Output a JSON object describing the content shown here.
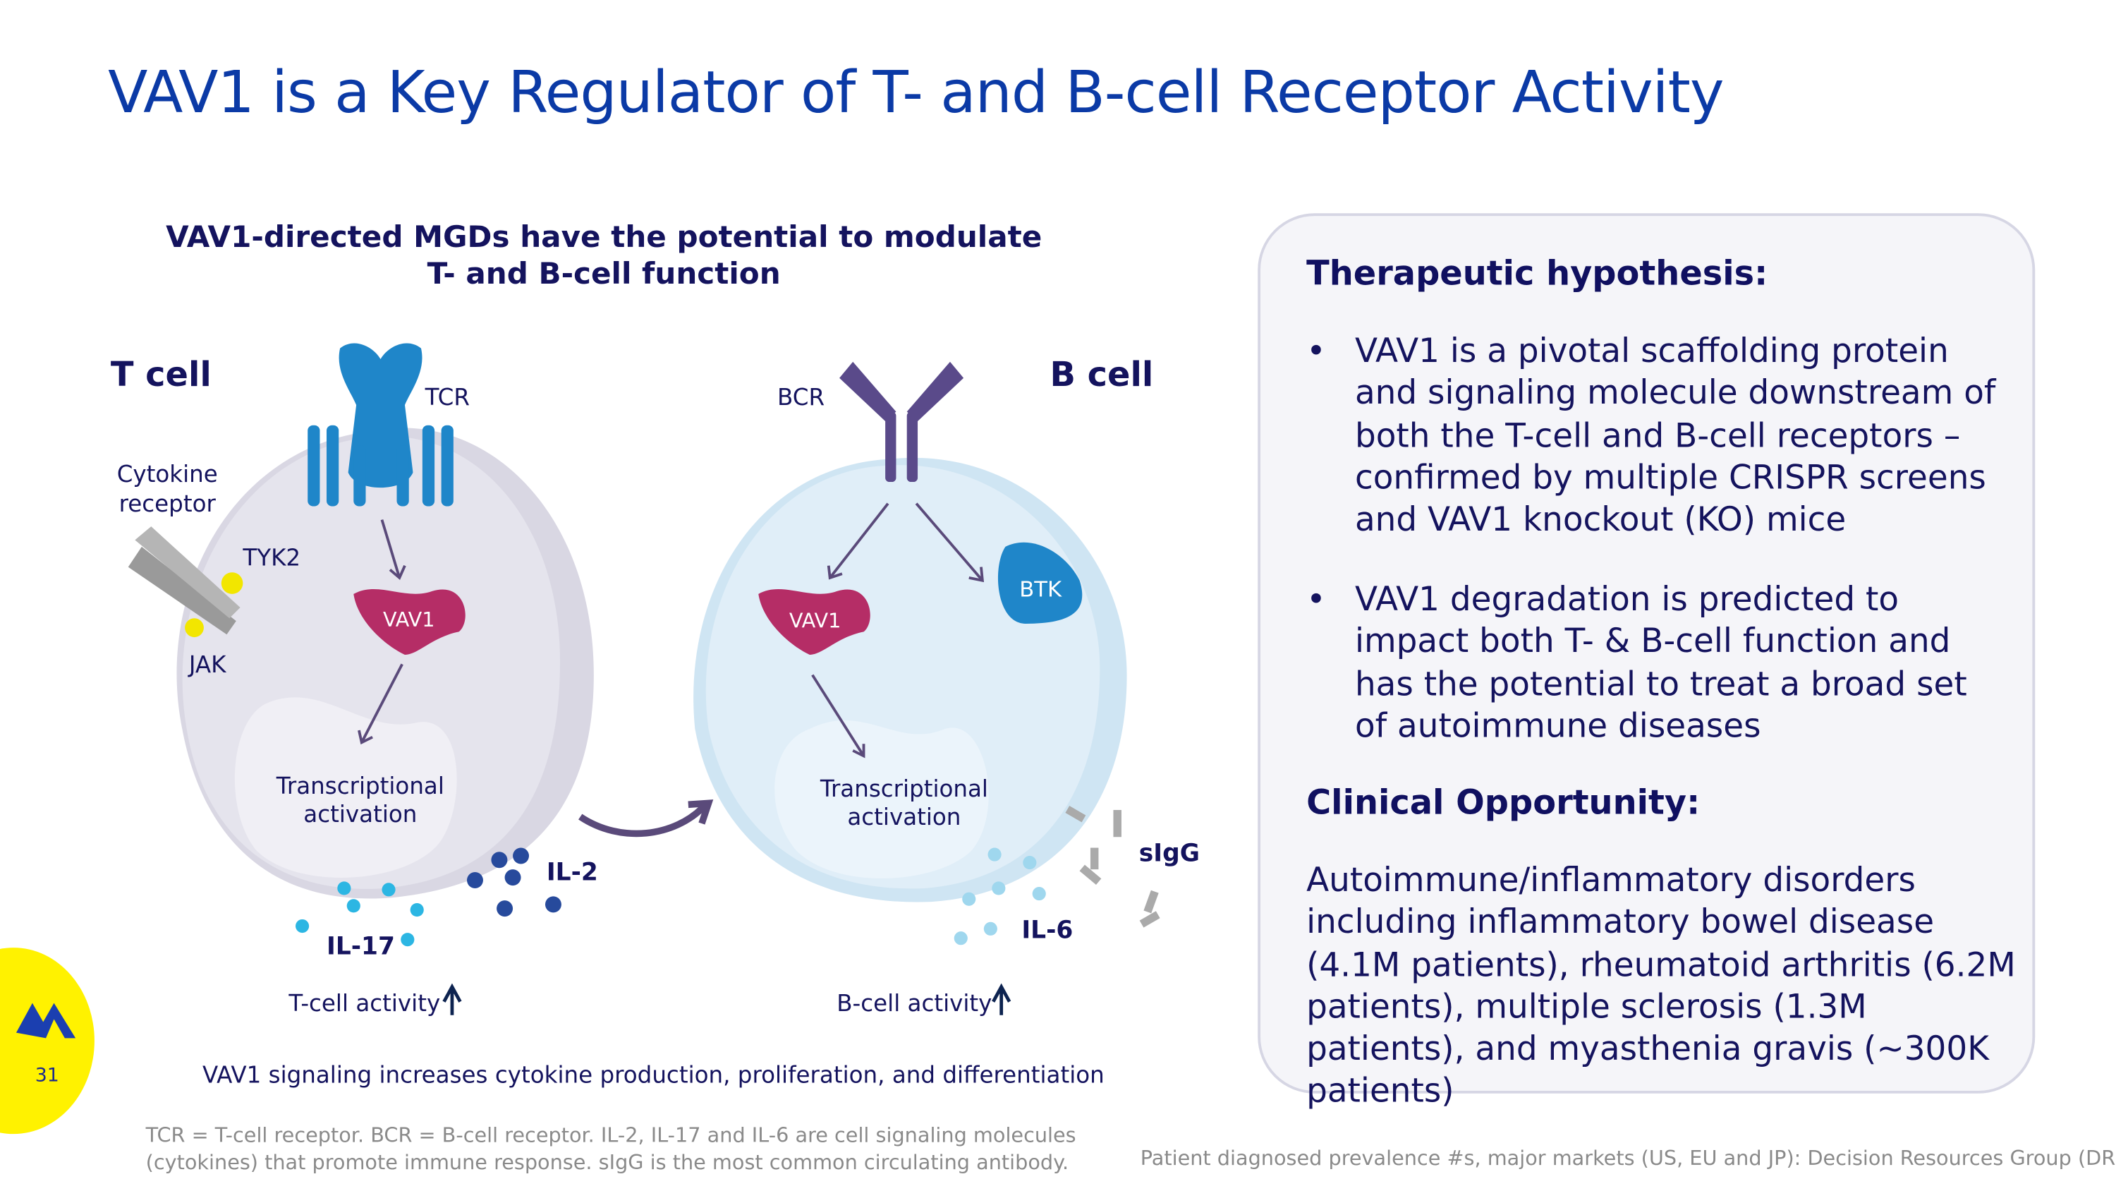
{
  "title": "VAV1 is a Key Regulator of T- and B-cell Receptor Activity",
  "diagram": {
    "subtitle_line1": "VAV1-directed MGDs have the potential to modulate",
    "subtitle_line2": "T- and B-cell function",
    "t_cell": {
      "label": "T cell",
      "receptor": "TCR",
      "cytokine_receptor_line1": "Cytokine",
      "cytokine_receptor_line2": "receptor",
      "tyk2": "TYK2",
      "jak": "JAK",
      "vav1": "VAV1",
      "nucleus_line1": "Transcriptional",
      "nucleus_line2": "activation",
      "cytokine_a": "IL-2",
      "cytokine_b": "IL-17",
      "activity": "T-cell activity"
    },
    "b_cell": {
      "label": "B cell",
      "receptor": "BCR",
      "vav1": "VAV1",
      "btk": "BTK",
      "nucleus_line1": "Transcriptional",
      "nucleus_line2": "activation",
      "antibody": "sIgG",
      "cytokine": "IL-6",
      "activity": "B-cell activity"
    },
    "bottom_note": "VAV1 signaling increases cytokine production, proliferation, and differentiation",
    "footnote_line1": "TCR = T-cell receptor. BCR = B-cell receptor. IL-2, IL-17 and IL-6 are cell signaling molecules",
    "footnote_line2": "(cytokines) that promote immune response. sIgG is the most common circulating antibody."
  },
  "panel": {
    "heading1": "Therapeutic hypothesis:",
    "bullets": [
      "VAV1 is a pivotal scaffolding protein and signaling molecule downstream of both the T-cell and B-cell receptors – confirmed by multiple CRISPR screens and VAV1 knockout (KO) mice",
      "VAV1 degradation is predicted to impact both T- & B-cell function and has the potential to treat a broad set of autoimmune diseases"
    ],
    "bullet_char": "•",
    "heading2": "Clinical Opportunity:",
    "clinical_text": "Autoimmune/inflammatory disorders including inflammatory bowel disease (4.1M patients), rheumatoid arthritis (6.2M patients), multiple sclerosis (1.3M patients), and myasthenia gravis (~300K patients)"
  },
  "source": "Patient diagnosed prevalence #s, major markets (US, EU and JP): Decision Resources Group (DRG)",
  "page_number": "31",
  "colors": {
    "title": "#0b3aa6",
    "navy": "#14135e",
    "vav1": "#b52d66",
    "tcr": "#1f86c9",
    "bcr": "#5a4a8a",
    "badge": "#fff200"
  }
}
